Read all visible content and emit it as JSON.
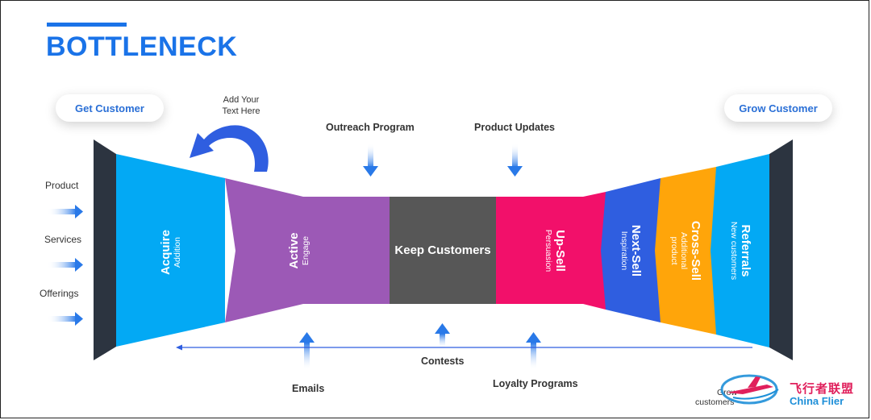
{
  "title": "BOTTLENECK",
  "left_pill": "Get Customer",
  "right_pill": "Grow Customer",
  "add_text": [
    "Add Your",
    "Text Here"
  ],
  "inputs": [
    "Product",
    "Services",
    "Offerings"
  ],
  "top_labels": {
    "outreach": "Outreach Program",
    "updates": "Product Updates"
  },
  "bottom_labels": {
    "emails": "Emails",
    "contests": "Contests",
    "loyalty": "Loyalty Programs"
  },
  "stages": [
    {
      "title": "Acquire",
      "sub": "Addition",
      "color": "#03a9f4"
    },
    {
      "title": "Active",
      "sub": "Engage",
      "color": "#9c59b6"
    },
    {
      "title": "Keep Customers",
      "sub": "",
      "color": "#575757"
    },
    {
      "title": "Up-Sell",
      "sub": "Persuasion",
      "color": "#f2106a"
    },
    {
      "title": "Next-Sell",
      "sub": "Inspiration",
      "color": "#2f5ee0"
    },
    {
      "title": "Cross-Sell",
      "sub": "Additional product",
      "color": "#ffa50a"
    },
    {
      "title": "Referrals",
      "sub": "New customers",
      "color": "#03a9f4"
    }
  ],
  "overlay_text": [
    "Grow",
    "customers"
  ],
  "watermark": {
    "cn": "飞行者联盟",
    "en": "China Flier"
  },
  "colors": {
    "accent": "#1a73e8",
    "arrow": "#2979e8",
    "edge": "#2c3440"
  }
}
